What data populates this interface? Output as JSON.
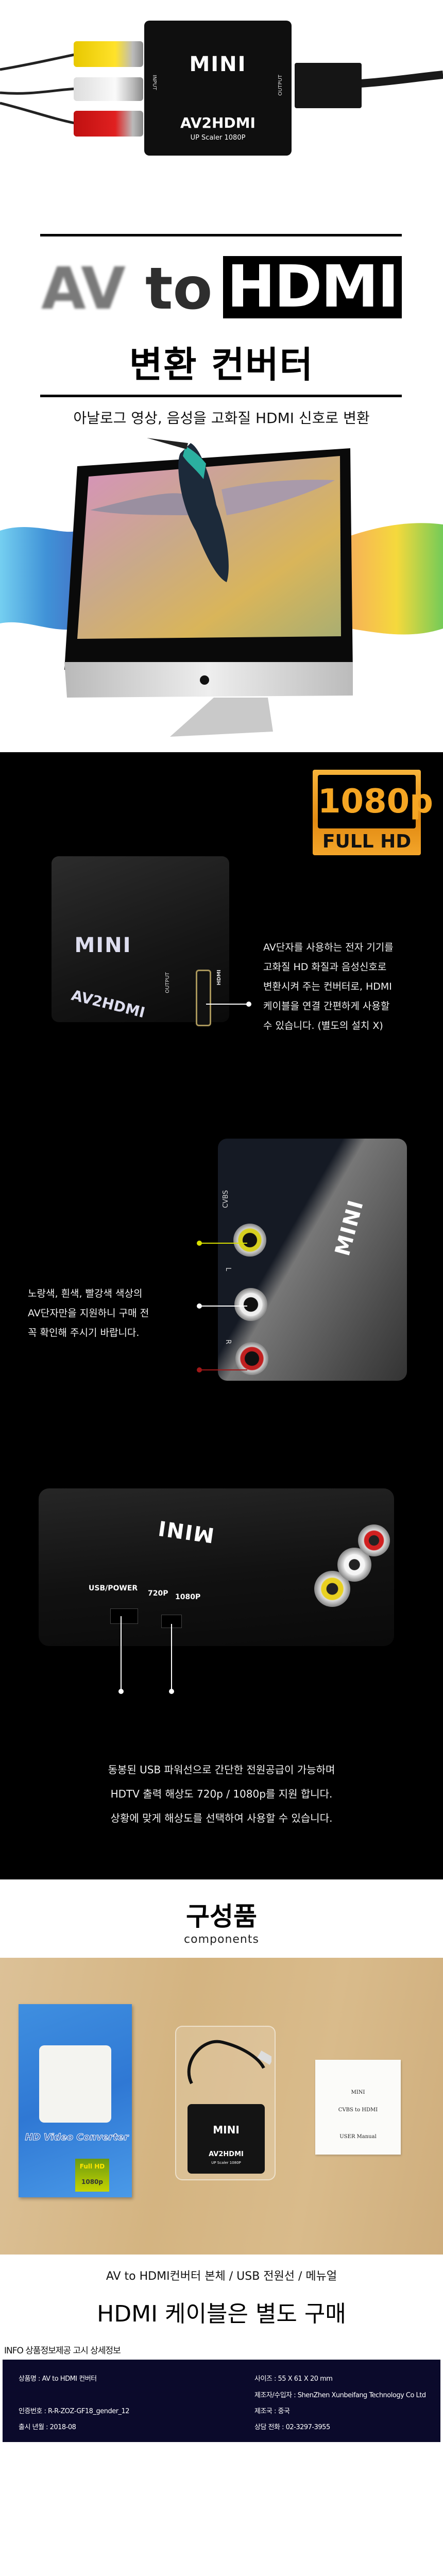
{
  "hero_device": {
    "brand": "MINI",
    "model": "AV2HDMI",
    "scaler": "UP Scaler 1080P",
    "input_label": "INPUT",
    "output_label": "OUTPUT"
  },
  "title": {
    "part1": "AV",
    "part2": "to",
    "part3": "HDMI",
    "korean": "변환 컨버터",
    "subtitle": "아날로그 영상, 음성을 고화질 HDMI 신호로 변환"
  },
  "badge": {
    "resolution": "1080p",
    "label": "FULL HD"
  },
  "feature1": {
    "lines": [
      "AV단자를 사용하는 전자 기기를",
      "고화질 HD 화질과 음성신호로",
      "변환시켜 주는 컨버터로, HDMI",
      "케이블을 연결 간편하게 사용할",
      "수 있습니다. (별도의 설치 X)"
    ],
    "port_label": "HDMI"
  },
  "feature2": {
    "lines": [
      "노랑색, 흰색, 빨강색 색상의",
      "AV단자만을 지원하니 구매 전",
      "꼭 확인해 주시기 바랍니다."
    ],
    "labels": {
      "cvbs": "CVBS",
      "left": "L",
      "right": "R"
    }
  },
  "feature3": {
    "labels": {
      "usb": "USB/POWER",
      "p720": "720P",
      "p1080": "1080P"
    },
    "lines": [
      "동봉된 USB 파워선으로 간단한 전원공급이 가능하며",
      "HDTV 출력 해상도 720p / 1080p를 지원 합니다.",
      "상황에 맞게 해상도를 선택하여 사용할 수 있습니다."
    ]
  },
  "components": {
    "title": "구성품",
    "subtitle": "components",
    "box_text": "HD Video Converter",
    "box_badge_top": "Full HD",
    "box_badge_bottom": "1080p",
    "manual": [
      "MINI",
      "CVBS to HDMI",
      "USER Manual"
    ],
    "list": "AV to HDMI컨버터 본체 / USB 전원선 / 메뉴얼",
    "note": "HDMI 케이블은 별도 구매"
  },
  "info": {
    "title": "INFO 상품정보제공 고시 상세정보",
    "left": [
      "상품명 : AV to HDMI 컨버터",
      "인증번호 : R-R-ZOZ-GF18_gender_12",
      "출시 년월 : 2018-08"
    ],
    "right": [
      "사이즈 : 55 X 61 X 20 mm",
      "제조자/수입자 : ShenZhen Xunbeifang Technology Co Ltd",
      "제조국 : 중국",
      "상담 전화 : 02-3297-3955"
    ]
  },
  "colors": {
    "badge": "#f5a623",
    "info_bg": "#0b0a2b",
    "yellow": "#d9e000",
    "red": "#a01818"
  }
}
